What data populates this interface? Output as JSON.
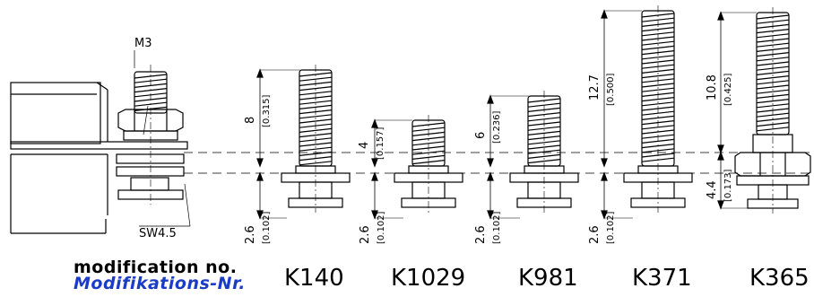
{
  "caption": {
    "english": "modification no.",
    "german": "Modifikations-Nr."
  },
  "callouts": {
    "thread": "M3",
    "washer": "SW4.5"
  },
  "variants": [
    {
      "code": "K140",
      "thread_length": "8",
      "thread_length_in": "[0.315]",
      "base": "2.6",
      "base_in": "[0.102]"
    },
    {
      "code": "K1029",
      "thread_length": "4",
      "thread_length_in": "[0.157]",
      "base": "2.6",
      "base_in": "[0.102]"
    },
    {
      "code": "K981",
      "thread_length": "6",
      "thread_length_in": "[0.236]",
      "base": "2.6",
      "base_in": "[0.102]"
    },
    {
      "code": "K371",
      "thread_length": "12.7",
      "thread_length_in": "[0.500]",
      "base": "2.6",
      "base_in": "[0.102]"
    },
    {
      "code": "K365",
      "thread_length": "10.8",
      "thread_length_in": "[0.425]",
      "hex": "4.4",
      "hex_in": "[0.173]"
    }
  ]
}
